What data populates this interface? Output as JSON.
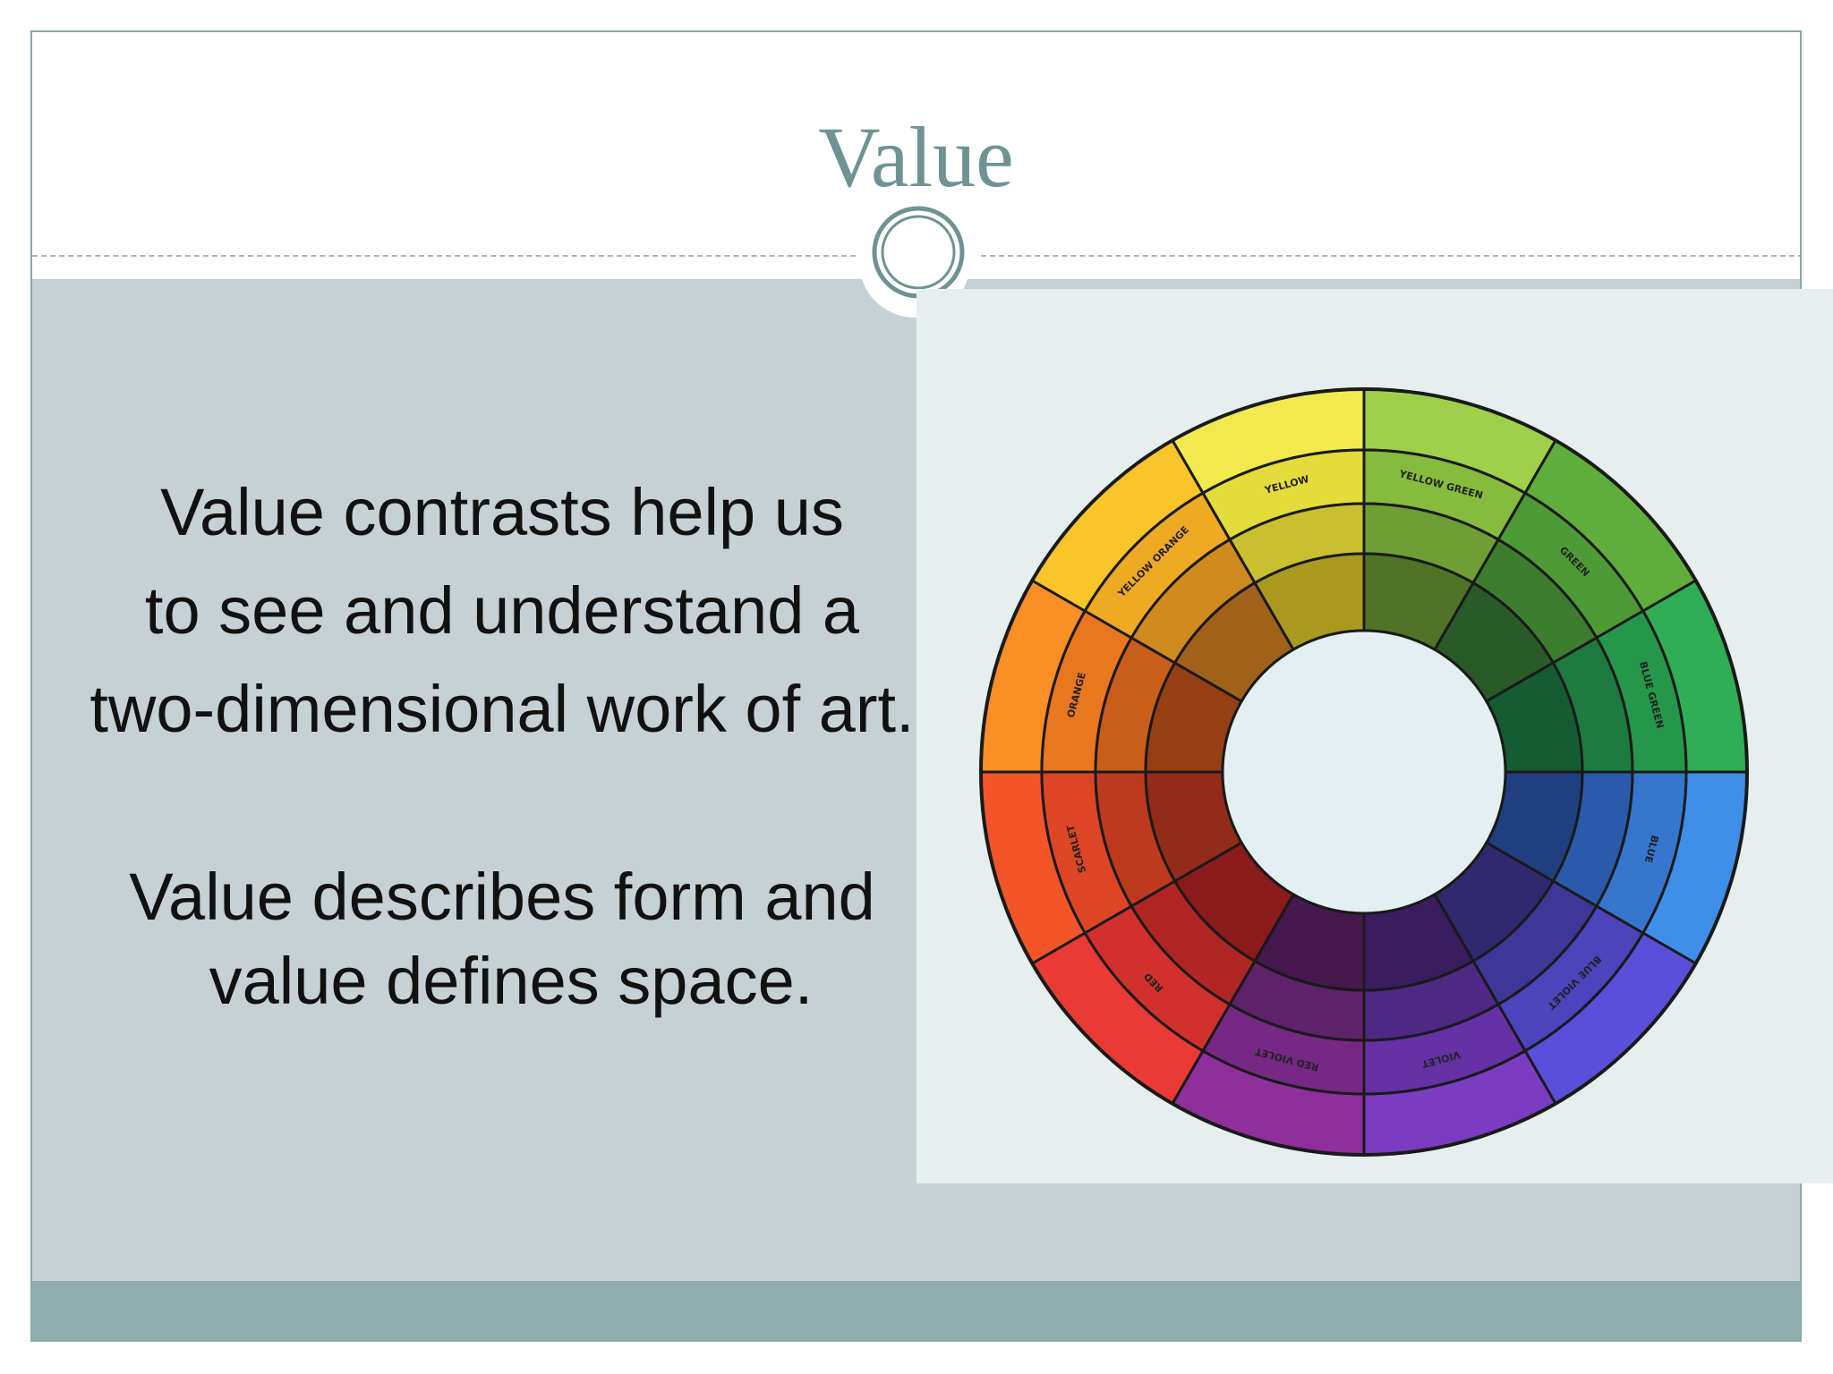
{
  "slide": {
    "title": "Value",
    "paragraph1": [
      "Value contrasts help us",
      "to see and understand a",
      "two-dimensional work of art."
    ],
    "paragraph2": [
      "Value describes form and",
      "value defines space."
    ]
  },
  "colors": {
    "title": "#6f9294",
    "content_band": "#c5d1d5",
    "bottom_band": "#8fadae",
    "frame_border": "#8aa8a8"
  },
  "color_wheel": {
    "segments": [
      {
        "label": "YELLOW",
        "colors": [
          "#f1ea4e",
          "#e4dc3a",
          "#c9c030",
          "#a99a1f"
        ]
      },
      {
        "label": "YELLOW GREEN",
        "colors": [
          "#9ed04a",
          "#86bb3e",
          "#6f9e35",
          "#4f7428"
        ]
      },
      {
        "label": "GREEN",
        "colors": [
          "#5fae3b",
          "#4e9a35",
          "#3d7d2e",
          "#2a5a27"
        ]
      },
      {
        "label": "BLUE GREEN",
        "colors": [
          "#2fae55",
          "#26974a",
          "#1d7b3f",
          "#155c33"
        ]
      },
      {
        "label": "BLUE",
        "colors": [
          "#3f8fe8",
          "#3576cf",
          "#2a5aa9",
          "#203f7e"
        ]
      },
      {
        "label": "BLUE VIOLET",
        "colors": [
          "#5a4fd8",
          "#4d43bd",
          "#3f3797",
          "#302970"
        ]
      },
      {
        "label": "VIOLET",
        "colors": [
          "#7a3cc0",
          "#6531a5",
          "#4f2784",
          "#3a1d60"
        ]
      },
      {
        "label": "RED VIOLET",
        "colors": [
          "#8e2f9c",
          "#762884",
          "#5e216a",
          "#45184e"
        ]
      },
      {
        "label": "RED",
        "colors": [
          "#ea3a35",
          "#d2302c",
          "#b12523",
          "#8a1b1a"
        ]
      },
      {
        "label": "SCARLET",
        "colors": [
          "#f3552a",
          "#dc4624",
          "#bd3a1f",
          "#912c18"
        ]
      },
      {
        "label": "ORANGE",
        "colors": [
          "#f98f25",
          "#e9771f",
          "#c95d1a",
          "#973f14"
        ]
      },
      {
        "label": "YELLOW ORANGE",
        "colors": [
          "#fbc52a",
          "#efaa24",
          "#d18a1f",
          "#a0621a"
        ]
      }
    ]
  }
}
